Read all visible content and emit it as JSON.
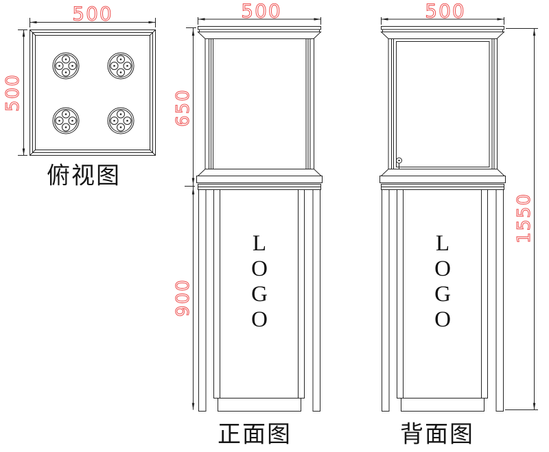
{
  "drawing": {
    "type": "display-showcase-technical-drawing",
    "colors": {
      "line": "#222222",
      "dimension_text": "#ee5252",
      "background": "#ffffff"
    },
    "views": {
      "top": {
        "label": "俯视图",
        "width_dim": "500",
        "depth_dim": "500",
        "spotlight_count": 4
      },
      "front": {
        "label": "正面图",
        "width_dim": "500",
        "showcase_height_dim": "650",
        "base_height_dim": "900",
        "logo": [
          "L",
          "O",
          "G",
          "O"
        ]
      },
      "back": {
        "label": "背面图",
        "width_dim": "500",
        "total_height_dim": "1550",
        "logo": [
          "L",
          "O",
          "G",
          "O"
        ]
      }
    }
  }
}
